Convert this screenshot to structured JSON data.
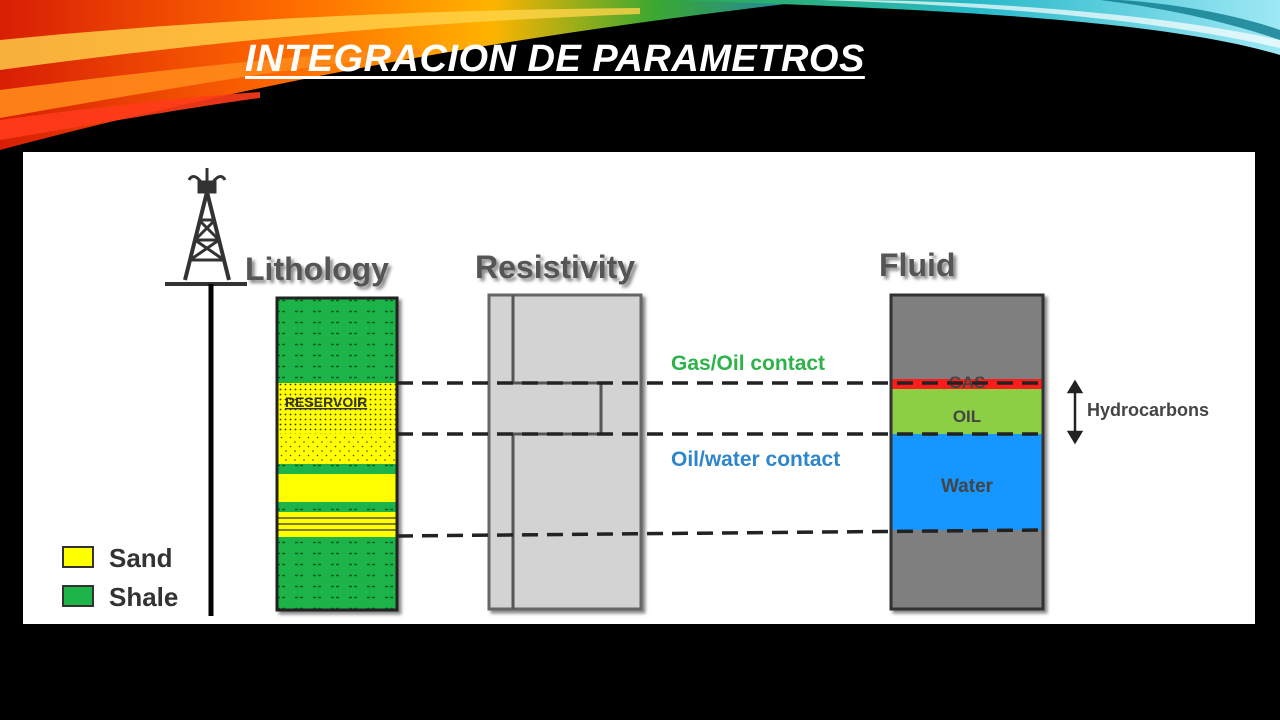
{
  "slide": {
    "title": "INTEGRACION DE PARAMETROS"
  },
  "columns": {
    "lithology": "Lithology",
    "resistivity": "Resistivity",
    "fluid": "Fluid"
  },
  "lithology": {
    "reservoir_label": "RESERVOIR"
  },
  "contacts": {
    "gas_oil": "Gas/Oil contact",
    "oil_water": "Oil/water contact"
  },
  "fluid_layers": {
    "gas": "GAS",
    "oil": "OIL",
    "water": "Water"
  },
  "hydrocarbons_label": "Hydrocarbons",
  "legend": [
    {
      "label": "Sand",
      "color": "#ffff00"
    },
    {
      "label": "Shale",
      "color": "#1db44a"
    }
  ],
  "colors": {
    "sand": "#ffff00",
    "shale": "#1db44a",
    "gas": "#ff1a1a",
    "oil": "#8ccf45",
    "water": "#1597ff",
    "fluid_bg": "#7f7f7f",
    "resistivity_bg": "#d3d3d3",
    "contact_gas_oil": "#2db34a",
    "contact_oil_water": "#2d86cc"
  }
}
